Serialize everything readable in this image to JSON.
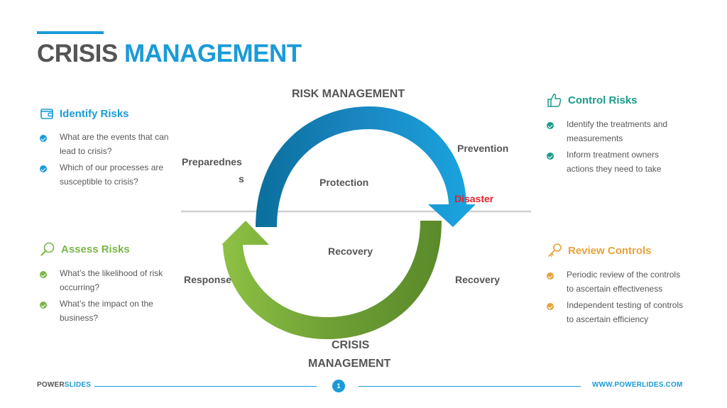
{
  "title": {
    "word1": "CRISIS",
    "word2": "MANAGEMENT"
  },
  "colors": {
    "blue": "#1a9bd7",
    "teal": "#1a9b8a",
    "green": "#7ab648",
    "orange": "#e8a23a",
    "red": "#e8202a",
    "gray": "#555555"
  },
  "sections": {
    "identify": {
      "heading": "Identify Risks",
      "icon": "wallet-icon",
      "bullets": [
        "What are the events that can lead to crisis?",
        "Which of our processes are susceptible to crisis?"
      ]
    },
    "assess": {
      "heading": "Assess Risks",
      "icon": "magnifier-icon",
      "bullets": [
        "What’s the likelihood of risk occurring?",
        "What’s the impact on the business?"
      ]
    },
    "control": {
      "heading": "Control Risks",
      "icon": "thumbs-up-icon",
      "bullets": [
        "Identify the treatments and measurements",
        "Inform treatment owners actions they need to take"
      ]
    },
    "review": {
      "heading": "Review Controls",
      "icon": "key-icon",
      "bullets": [
        "Periodic review of the controls to ascertain effectiveness",
        "Independent testing of controls to ascertain efficiency"
      ]
    }
  },
  "diagram": {
    "top_label": "RISK MANAGEMENT",
    "bottom_label_1": "CRISIS",
    "bottom_label_2": "MANAGEMENT",
    "preparedness_1": "Preparednes",
    "preparedness_2": "s",
    "prevention": "Prevention",
    "protection": "Protection",
    "disaster": "Disaster",
    "recovery_center": "Recovery",
    "recovery_right": "Recovery",
    "response": "Response"
  },
  "footer": {
    "brand1": "POWER",
    "brand2": "SLIDES",
    "page": "1",
    "url": "WWW.POWERLIDES.COM"
  }
}
